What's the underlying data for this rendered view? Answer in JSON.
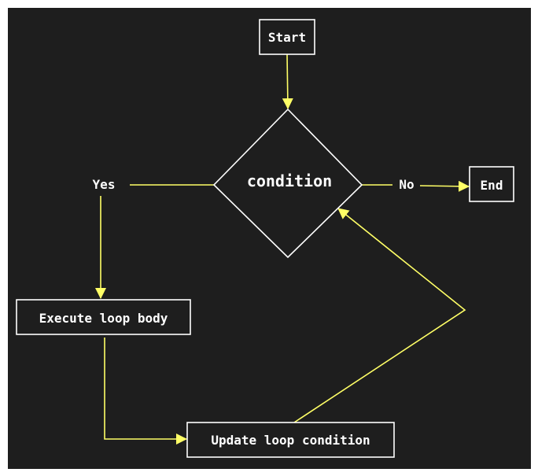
{
  "colors": {
    "background": "#1e1e1e",
    "frame": "#ffffff",
    "node_border": "#ffffff",
    "node_text": "#ffffff",
    "arrow": "#ffff66"
  },
  "nodes": {
    "start": {
      "label": "Start",
      "shape": "rectangle"
    },
    "condition": {
      "label": "condition",
      "shape": "diamond"
    },
    "end": {
      "label": "End",
      "shape": "rectangle"
    },
    "body": {
      "label": "Execute loop body",
      "shape": "rectangle"
    },
    "update": {
      "label": "Update loop condition",
      "shape": "rectangle"
    }
  },
  "edge_labels": {
    "yes": "Yes",
    "no": "No"
  },
  "edges": [
    {
      "from": "start",
      "to": "condition"
    },
    {
      "from": "condition",
      "to": "body",
      "label": "yes"
    },
    {
      "from": "condition",
      "to": "end",
      "label": "no"
    },
    {
      "from": "body",
      "to": "update"
    },
    {
      "from": "update",
      "to": "condition"
    }
  ]
}
